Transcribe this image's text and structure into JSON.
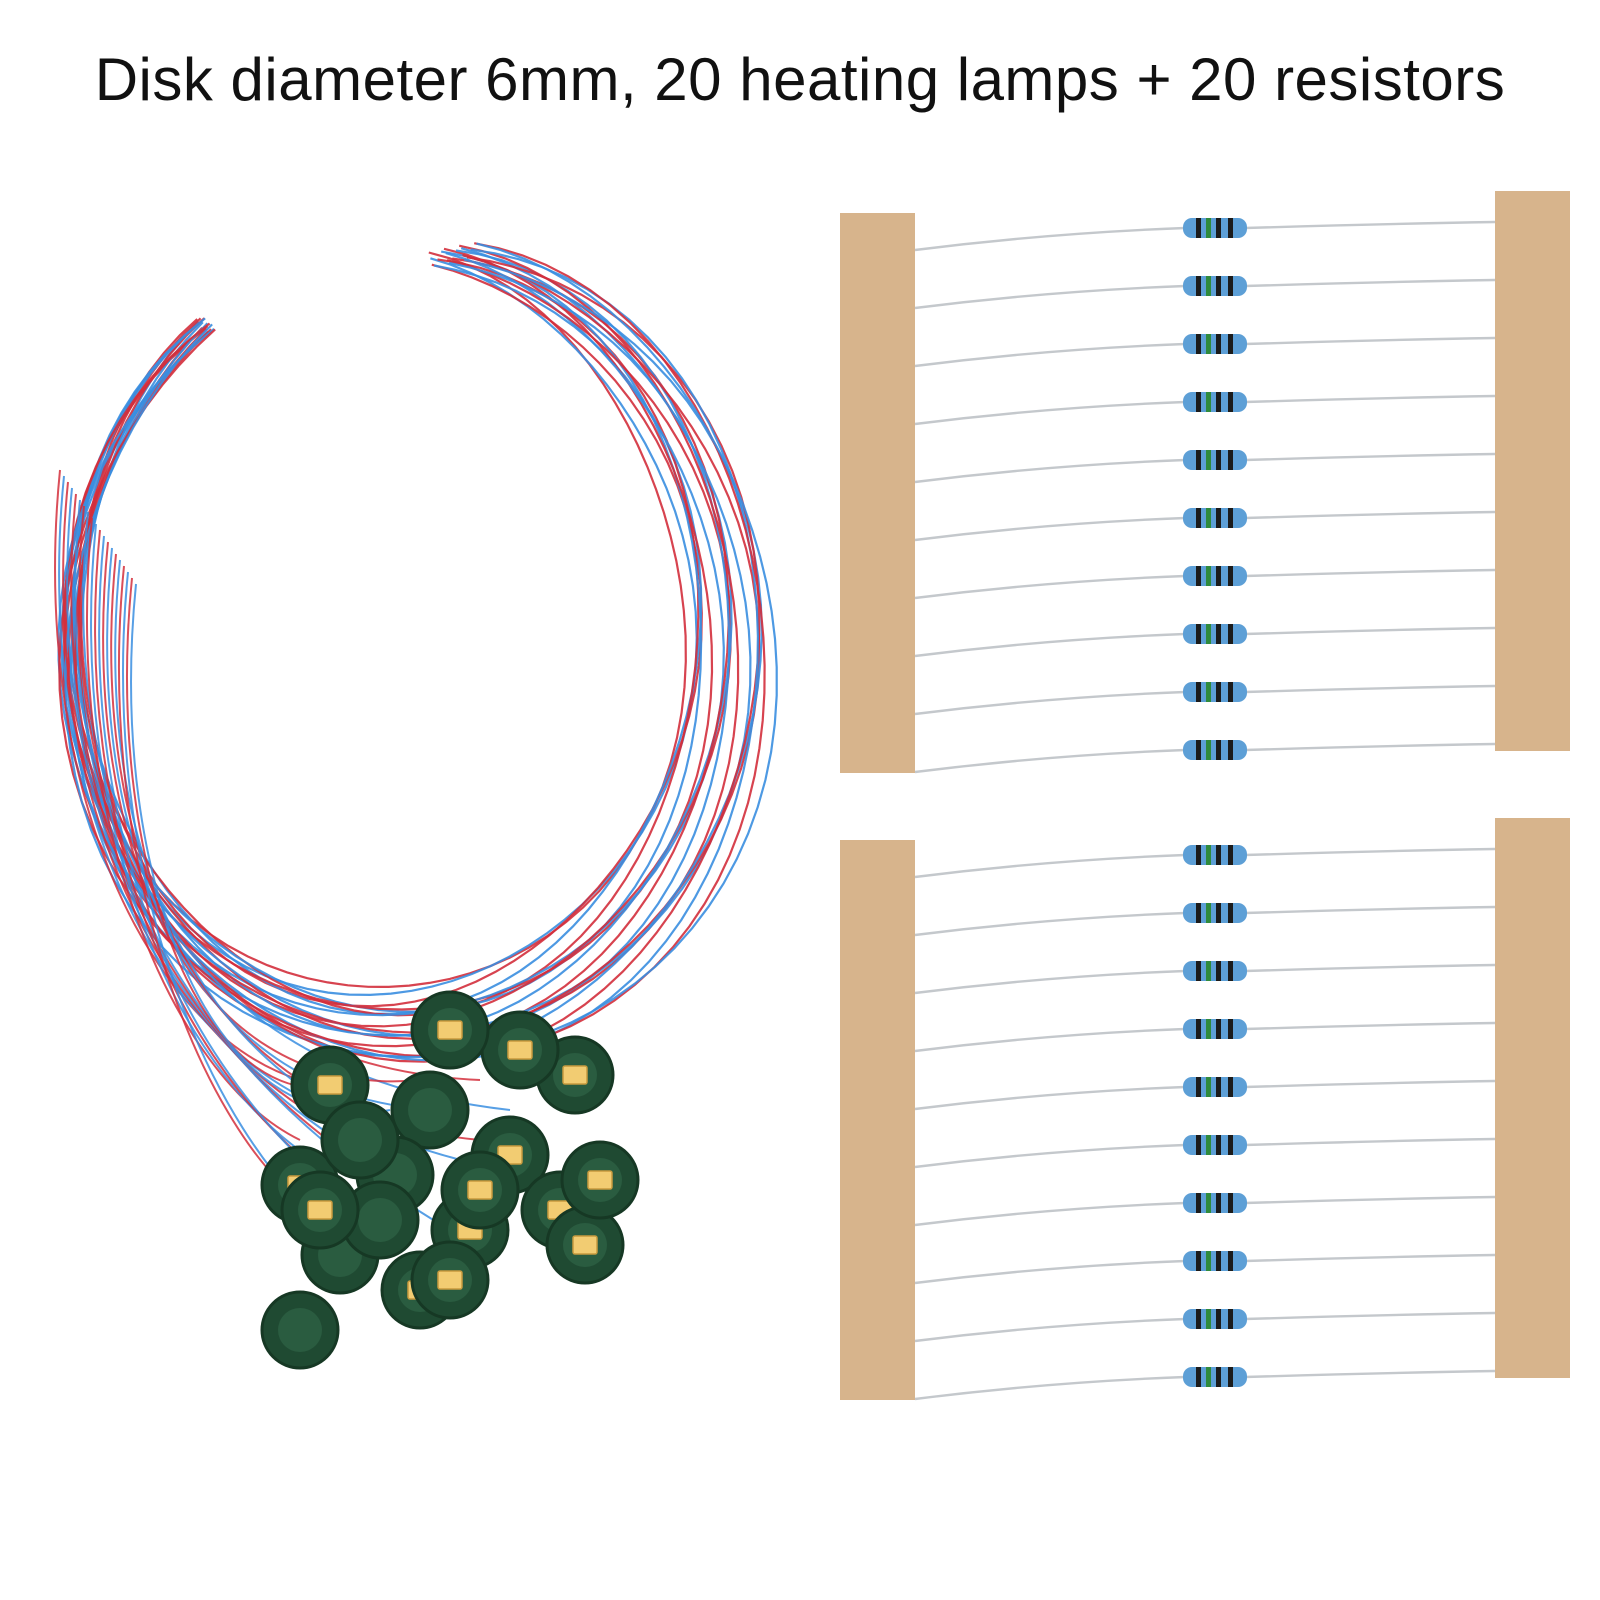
{
  "caption": "Disk diameter 6mm, 20 heating lamps + 20 resistors",
  "product": {
    "lamp_count": 20,
    "resistor_count": 20,
    "resistor_strips": 2,
    "resistors_per_strip": 10
  },
  "colors": {
    "wire_red": "#d32f3c",
    "wire_blue": "#3a8ee0",
    "lamp_body": "#1f4a32",
    "led_chip": "#f2cc72",
    "tape": "#d7b48c",
    "resistor_body": "#5d9fd6",
    "resistor_band_green": "#2f8a3c",
    "resistor_band_black": "#1b1b1b",
    "lead_wire": "#c4c8cc"
  }
}
